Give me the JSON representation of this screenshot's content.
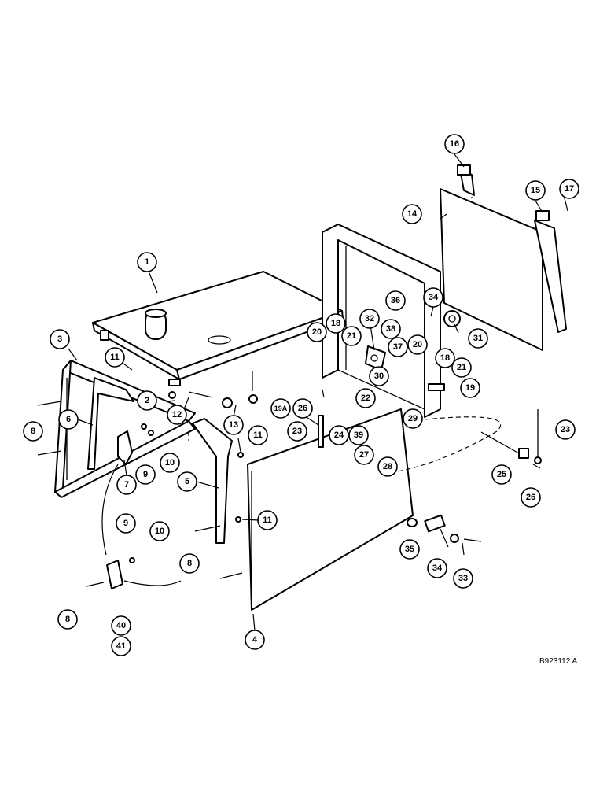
{
  "drawing_number": "B923112 A",
  "callouts": [
    {
      "label": "1"
    },
    {
      "label": "2"
    },
    {
      "label": "3"
    },
    {
      "label": "4"
    },
    {
      "label": "5"
    },
    {
      "label": "6"
    },
    {
      "label": "7"
    },
    {
      "label": "8"
    },
    {
      "label": "8"
    },
    {
      "label": "8"
    },
    {
      "label": "8"
    },
    {
      "label": "9"
    },
    {
      "label": "9"
    },
    {
      "label": "10"
    },
    {
      "label": "10"
    },
    {
      "label": "11"
    },
    {
      "label": "11"
    },
    {
      "label": "11"
    },
    {
      "label": "12"
    },
    {
      "label": "13"
    },
    {
      "label": "14"
    },
    {
      "label": "15"
    },
    {
      "label": "16"
    },
    {
      "label": "17"
    },
    {
      "label": "18"
    },
    {
      "label": "18"
    },
    {
      "label": "19"
    },
    {
      "label": "19A"
    },
    {
      "label": "20"
    },
    {
      "label": "20"
    },
    {
      "label": "21"
    },
    {
      "label": "21"
    },
    {
      "label": "22"
    },
    {
      "label": "23"
    },
    {
      "label": "23"
    },
    {
      "label": "24"
    },
    {
      "label": "25"
    },
    {
      "label": "26"
    },
    {
      "label": "26"
    },
    {
      "label": "27"
    },
    {
      "label": "28"
    },
    {
      "label": "29"
    },
    {
      "label": "30"
    },
    {
      "label": "31"
    },
    {
      "label": "32"
    },
    {
      "label": "33"
    },
    {
      "label": "34"
    },
    {
      "label": "34"
    },
    {
      "label": "35"
    },
    {
      "label": "36"
    },
    {
      "label": "37"
    },
    {
      "label": "38"
    },
    {
      "label": "39"
    },
    {
      "label": "40"
    },
    {
      "label": "41"
    }
  ]
}
